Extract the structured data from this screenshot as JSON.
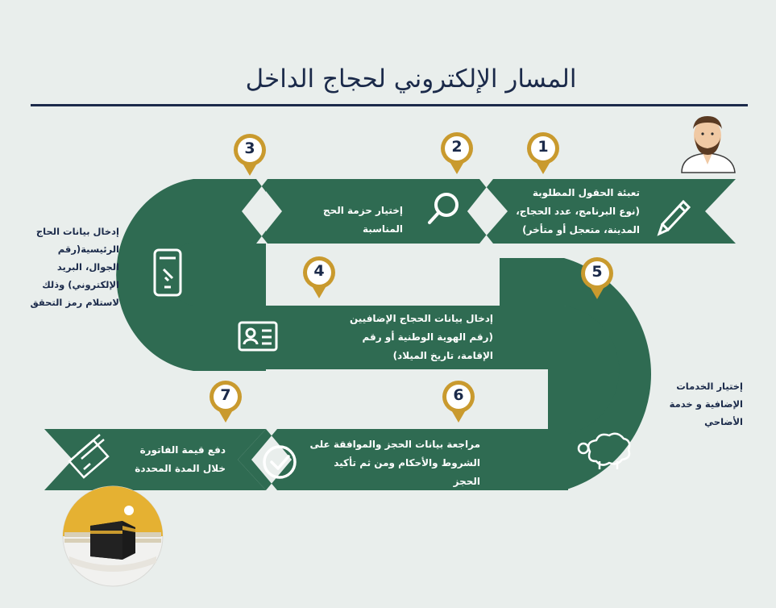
{
  "title": "المسار الإلكتروني لحجاج الداخل",
  "colors": {
    "road": "#2f6b52",
    "pin": "#c99a2e",
    "title": "#1b2a4a",
    "background": "#e9eeec"
  },
  "steps": [
    {
      "number": "1",
      "icon": "pencil-icon",
      "text": "تعبئة الحقول المطلوبة (نوع البرنامج، عدد الحجاج، المدينة، متعجل أو متأخر)"
    },
    {
      "number": "2",
      "icon": "magnifier-icon",
      "text": "إختيار حزمة الحج المناسبة"
    },
    {
      "number": "3",
      "icon": "smartphone-icon",
      "text": "إدخال بيانات الحاج الرئيسية(رقم الجوال، البريد الإلكتروني) وذلك لاستلام رمز التحقق"
    },
    {
      "number": "4",
      "icon": "id-card-icon",
      "text": "إدخال بيانات الحجاج الإضافيين (رقم الهوية الوطنية أو رقم الإقامة، تاريخ الميلاد)"
    },
    {
      "number": "5",
      "icon": "sheep-icon",
      "text": "إختيار الخدمات الإضافية و خدمة الأضاحي"
    },
    {
      "number": "6",
      "icon": "check-circle-icon",
      "text": "مراجعة بيانات الحجز والموافقة على الشروط والأحكام ومن ثم تأكيد الحجز"
    },
    {
      "number": "7",
      "icon": "credit-card-icon",
      "text": "دفع قيمة الفاتورة خلال المدة المحددة"
    }
  ],
  "icons": {
    "avatar": "pilgrim-avatar-icon",
    "kaaba": "kaaba-icon"
  }
}
